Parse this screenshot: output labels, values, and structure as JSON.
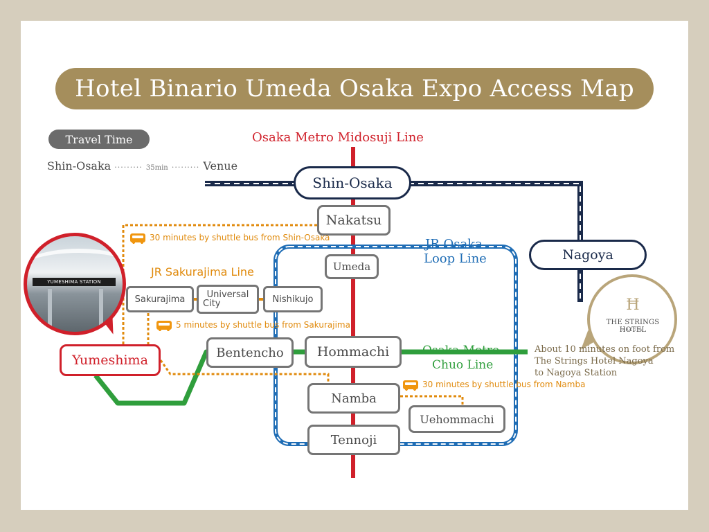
{
  "title": "Hotel Binario Umeda Osaka Expo Access Map",
  "travel_time": {
    "label": "Travel Time",
    "from": "Shin-Osaka",
    "duration": "35min",
    "to": "Venue"
  },
  "lines": {
    "midosuji": "Osaka Metro Midosuji Line",
    "loop_l1": "JR Osaka",
    "loop_l2": "Loop Line",
    "sakurajima": "JR Sakurajima Line",
    "chuo_l1": "Osaka Metro",
    "chuo_l2": "Chuo Line"
  },
  "stations": {
    "shin_osaka": "Shin-Osaka",
    "nakatsu": "Nakatsu",
    "umeda": "Umeda",
    "nagoya": "Nagoya",
    "sakurajima": "Sakurajima",
    "universal_l1": "Universal",
    "universal_l2": "City",
    "nishikujo": "Nishikujo",
    "bentencho": "Bentencho",
    "hommachi": "Hommachi",
    "namba": "Namba",
    "uehommachi": "Uehommachi",
    "tennoji": "Tennoji",
    "yumeshima": "Yumeshima"
  },
  "shuttle_notes": {
    "shin_osaka": "30 minutes by shuttle bus from Shin-Osaka",
    "sakurajima": "5 minutes by shuttle bus from Sakurajima",
    "namba": "30 minutes by shuttle bus from Namba"
  },
  "photo_sign": "YUMESHIMA STATION",
  "hotel": {
    "name": "THE STRINGS HOTEL",
    "city": "NAGOYA",
    "walk_l1": "About 10 minutes on foot from",
    "walk_l2": "The Strings Hotel Nagoya",
    "walk_l3": "to Nagoya Station"
  },
  "colors": {
    "gold": "#a58e5c",
    "midosuji_red": "#d0202a",
    "loop_blue": "#1f6db5",
    "navy": "#1a2a4a",
    "chuo_green": "#2f9e3c",
    "sakurajima_orange": "#e08a0c",
    "station_gray": "#757575"
  },
  "icons": [
    "bus-icon",
    "hotel-logo-icon"
  ]
}
